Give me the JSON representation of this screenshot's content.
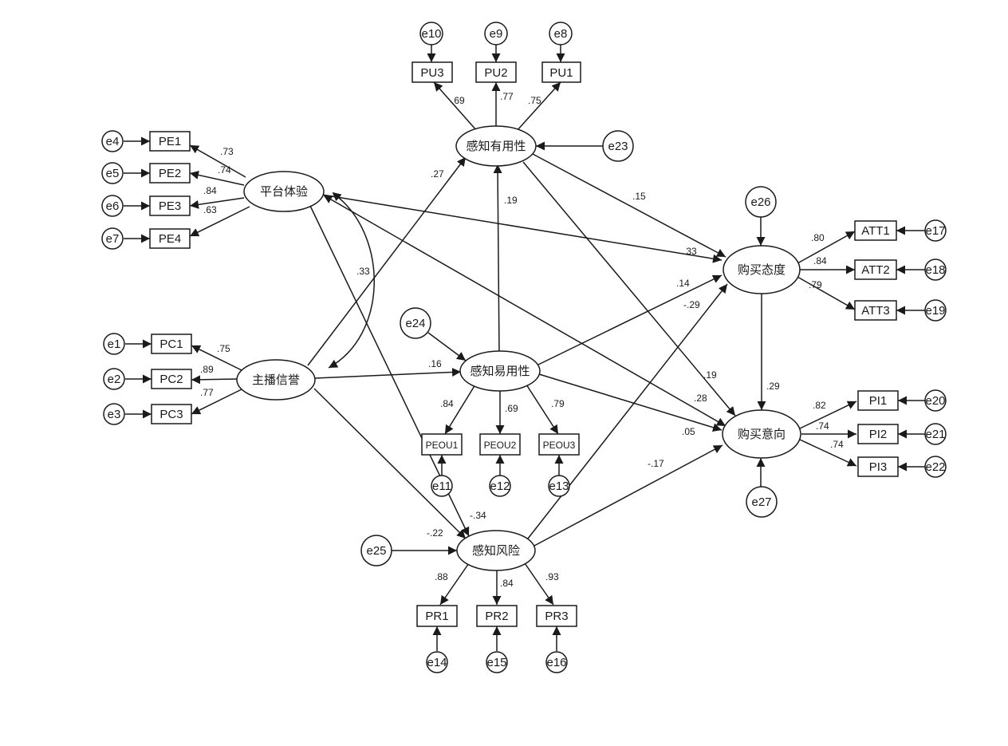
{
  "latent": {
    "PE": "平台体验",
    "SC": "主播信誉",
    "PU": "感知有用性",
    "PEOU": "感知易用性",
    "PR": "感知风险",
    "ATT": "购买态度",
    "PI": "购买意向"
  },
  "indicators": {
    "PE1": "PE1",
    "PE2": "PE2",
    "PE3": "PE3",
    "PE4": "PE4",
    "PC1": "PC1",
    "PC2": "PC2",
    "PC3": "PC3",
    "PU1": "PU1",
    "PU2": "PU2",
    "PU3": "PU3",
    "PEOU1": "PEOU1",
    "PEOU2": "PEOU2",
    "PEOU3": "PEOU3",
    "PR1": "PR1",
    "PR2": "PR2",
    "PR3": "PR3",
    "ATT1": "ATT1",
    "ATT2": "ATT2",
    "ATT3": "ATT3",
    "PI1": "PI1",
    "PI2": "PI2",
    "PI3": "PI3"
  },
  "errors": {
    "e1": "e1",
    "e2": "e2",
    "e3": "e3",
    "e4": "e4",
    "e5": "e5",
    "e6": "e6",
    "e7": "e7",
    "e8": "e8",
    "e9": "e9",
    "e10": "e10",
    "e11": "e11",
    "e12": "e12",
    "e13": "e13",
    "e14": "e14",
    "e15": "e15",
    "e16": "e16",
    "e17": "e17",
    "e18": "e18",
    "e19": "e19",
    "e20": "e20",
    "e21": "e21",
    "e22": "e22",
    "e23": "e23",
    "e24": "e24",
    "e25": "e25",
    "e26": "e26",
    "e27": "e27"
  },
  "loadings": {
    "PE1": ".73",
    "PE2": ".74",
    "PE3": ".84",
    "PE4": ".63",
    "PC1": ".75",
    "PC2": ".89",
    "PC3": ".77",
    "PU1": ".75",
    "PU2": ".77",
    "PU3": ".69",
    "PEOU1": ".84",
    "PEOU2": ".69",
    "PEOU3": ".79",
    "PR1": ".88",
    "PR2": ".84",
    "PR3": ".93",
    "ATT1": ".80",
    "ATT2": ".84",
    "ATT3": ".79",
    "PI1": ".82",
    "PI2": ".74",
    "PI3": ".74"
  },
  "structural": {
    "SC_PU": ".27",
    "PEOU_PU": ".19",
    "PU_ATT": ".15",
    "PU_PI": ".19",
    "PE_ATT": ".33",
    "PE_PI": ".28",
    "PE_PR": "-.34",
    "PE_SC_cov": ".33",
    "SC_PEOU": ".16",
    "SC_PR": "-.22",
    "PEOU_ATT": ".14",
    "PEOU_PI": ".05",
    "PR_ATT": "-.29",
    "PR_PI": "-.17",
    "ATT_PI": ".29"
  }
}
